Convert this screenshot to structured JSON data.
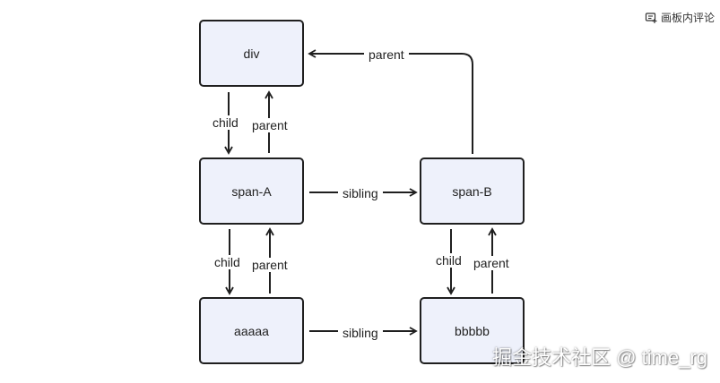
{
  "toolbar": {
    "comment_icon": "comment-icon",
    "comment_label": "画板内评论"
  },
  "nodes": {
    "div": "div",
    "span_a": "span-A",
    "span_b": "span-B",
    "aaaaa": "aaaaa",
    "bbbbb": "bbbbb"
  },
  "edges": {
    "div_down_child": "child",
    "div_up_parent": "parent",
    "spanb_to_div_parent": "parent",
    "spana_to_spanb_sibling": "sibling",
    "spana_down_child": "child",
    "spana_up_parent": "parent",
    "spanb_down_child": "child",
    "spanb_up_parent": "parent",
    "aaaaa_to_bbbbb_sibling": "sibling"
  },
  "watermark": "掘金技术社区 @ time_rg",
  "colors": {
    "node_fill": "#eef1fb",
    "node_border": "#1f1f1f",
    "line": "#1f1f1f"
  }
}
